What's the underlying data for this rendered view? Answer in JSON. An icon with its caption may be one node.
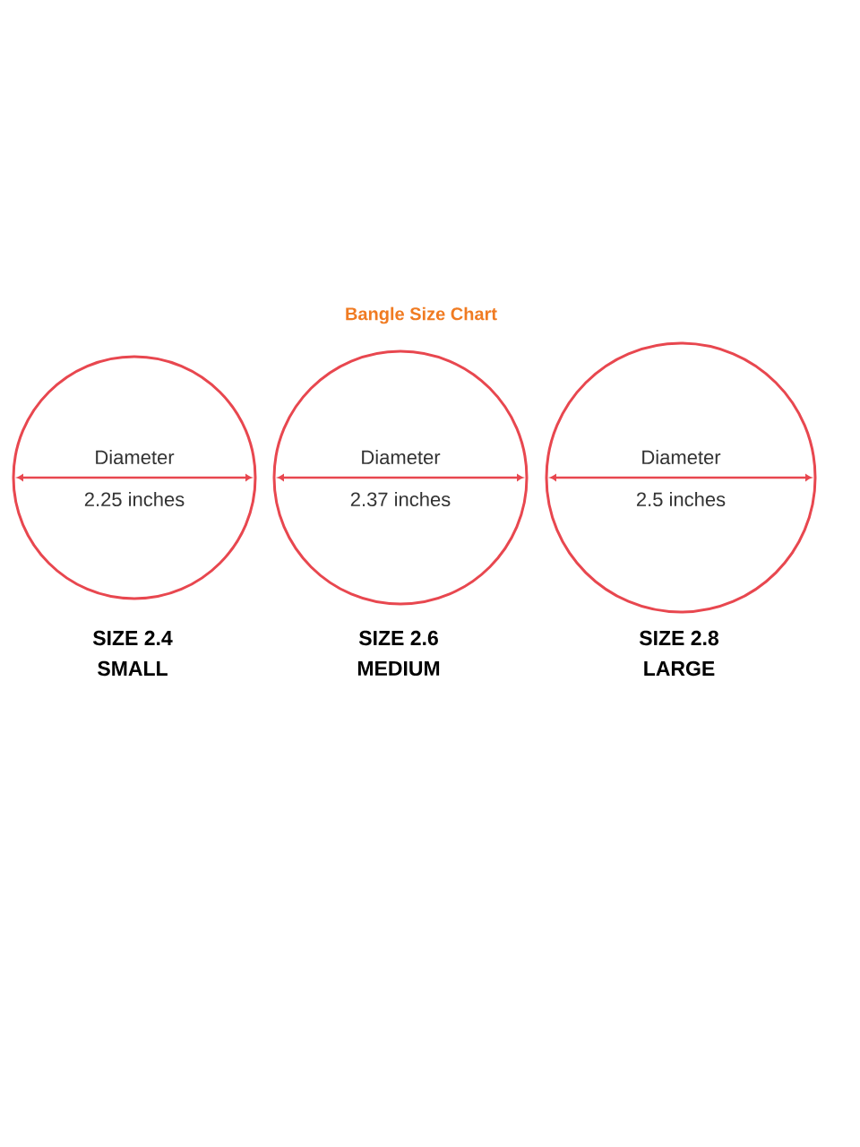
{
  "diagram": {
    "title": "Bangle Size Chart",
    "nodes": [
      {
        "text": [
          "Diameter",
          "2.25 inches"
        ],
        "beside": [
          "SIZE 2.4",
          "SMALL"
        ]
      },
      {
        "text": [
          "Diameter",
          "2.37 inches"
        ],
        "beside": [
          "SIZE 2.6",
          "MEDIUM"
        ]
      },
      {
        "text": [
          "Diameter",
          "2.5 inches"
        ],
        "beside": [
          "SIZE 2.8",
          "LARGE"
        ]
      }
    ]
  }
}
